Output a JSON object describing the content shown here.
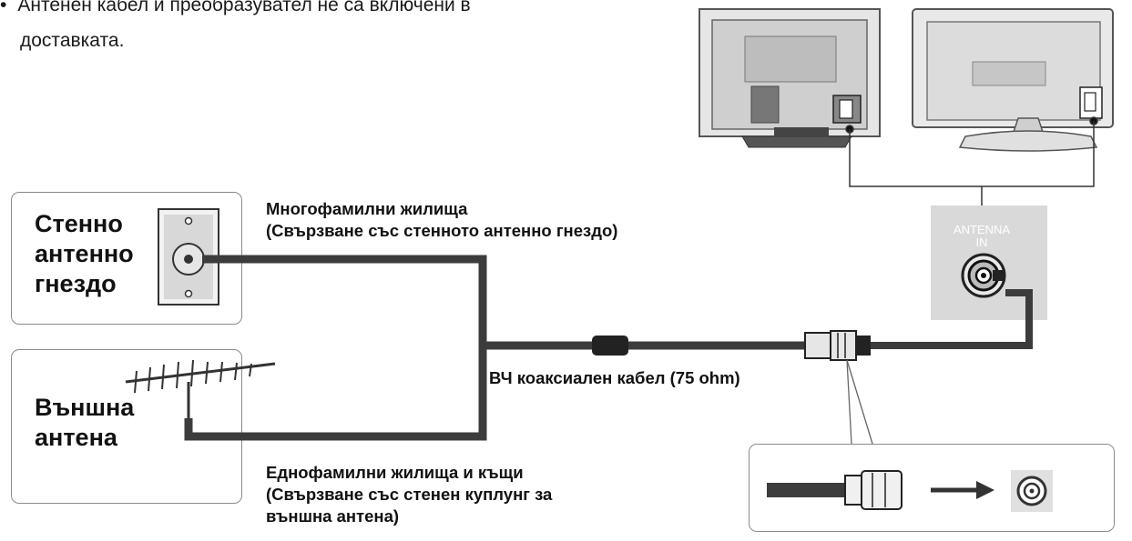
{
  "note": {
    "bullet": "•",
    "line1": "Антенен кабел и преобразувател не са включени в",
    "line2": "доставката."
  },
  "wall_socket": {
    "label_lines": [
      "Стенно",
      "антенно",
      "гнездо"
    ]
  },
  "outdoor_antenna": {
    "label_lines": [
      "Външна",
      "антена"
    ]
  },
  "multi_family": {
    "line1": "Многофамилни жилища",
    "line2": "(Свързване със стенното антенно гнездо)"
  },
  "single_family": {
    "line1": "Еднофамилни жилища и къщи",
    "line2": "(Свързване със стенен куплунг за",
    "line3": "външна антена)"
  },
  "coax_cable": {
    "label": "ВЧ коаксиален кабел (75 ohm)"
  },
  "antenna_jack": {
    "line1": "ANTENNA",
    "line2": "IN"
  },
  "colors": {
    "cable": "#3c3c3c",
    "panel": "#d9d9d9",
    "outline": "#8a8a8a"
  }
}
